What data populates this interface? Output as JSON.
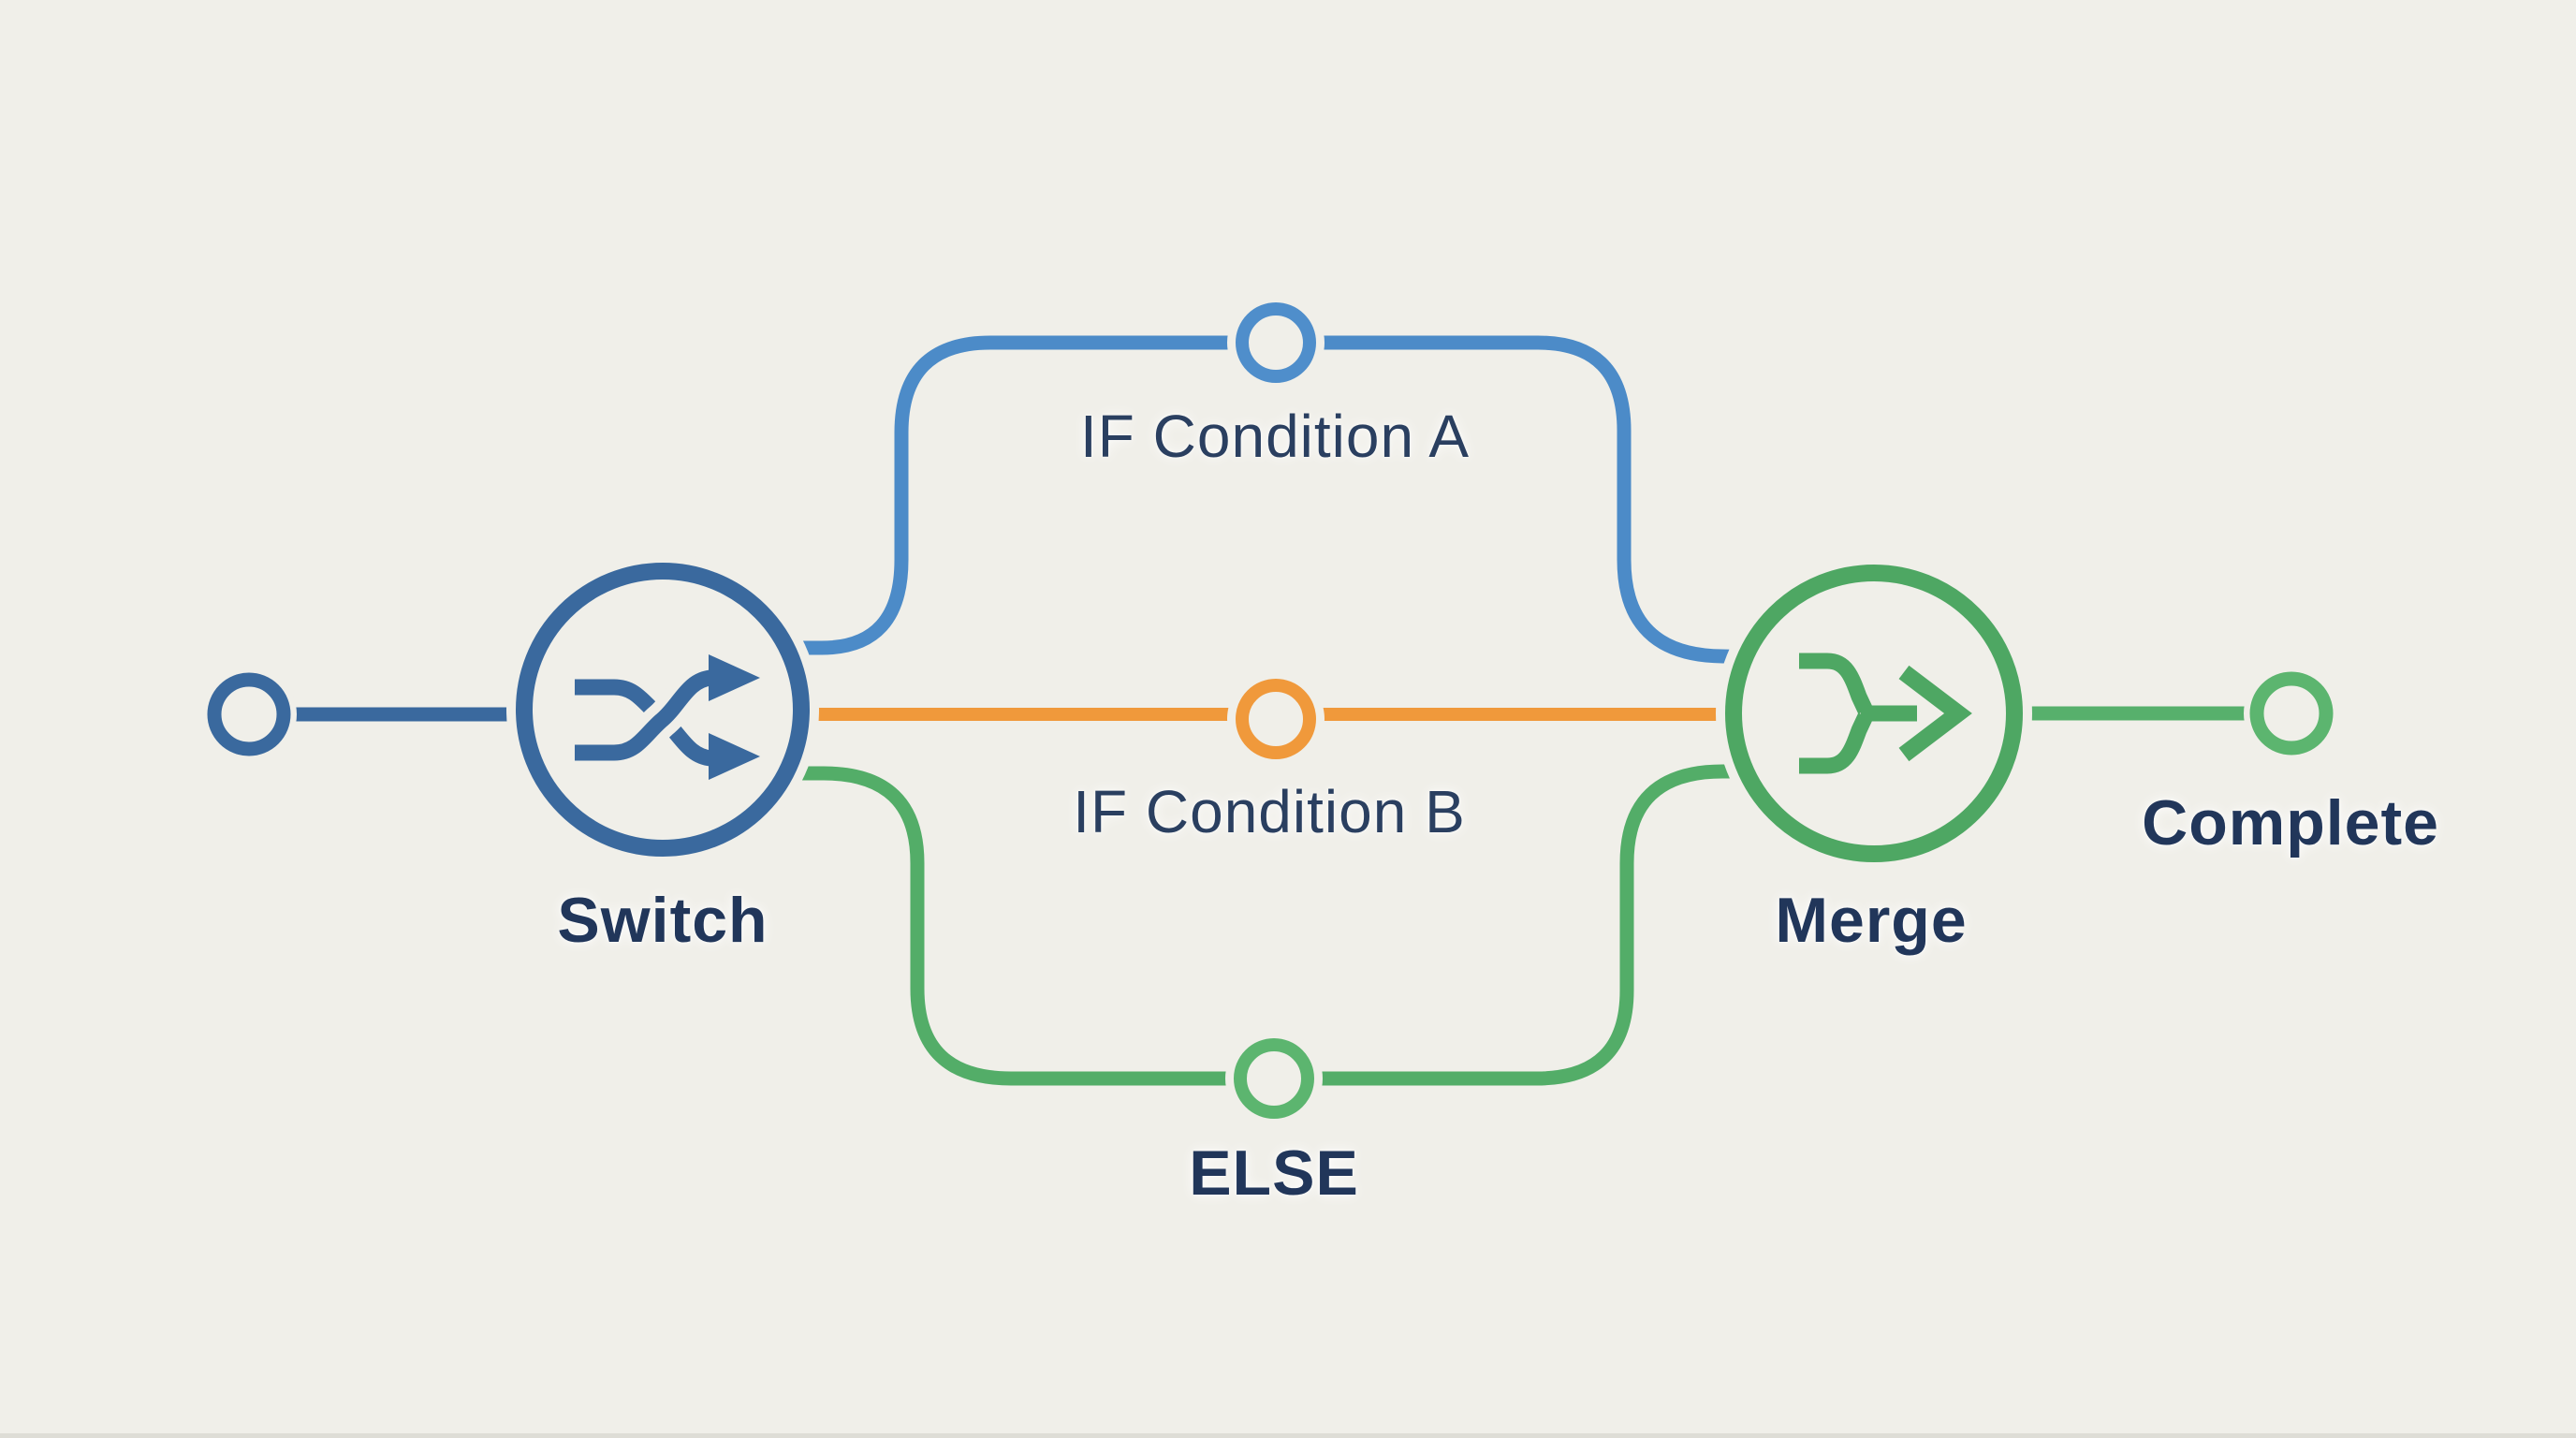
{
  "diagram": {
    "node_labels": {
      "switch": "Switch",
      "merge": "Merge",
      "complete": "Complete"
    },
    "branch_labels": {
      "condition_a": "IF Condition A",
      "condition_b": "IF Condition B",
      "else": "ELSE"
    },
    "node_icons": {
      "switch": "shuffle-icon",
      "merge": "merge-arrows-icon"
    },
    "colors": {
      "background": "#F0EFE9",
      "primary_blue": "#3A699E",
      "branch_blue": "#4C8BC8",
      "branch_orange": "#F0993B",
      "branch_green": "#53AD68",
      "merge_green": "#4EA763",
      "text_navy": "#21365A"
    }
  }
}
